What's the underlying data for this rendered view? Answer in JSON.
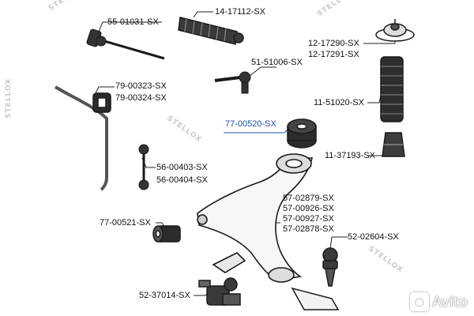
{
  "parts": {
    "p55_01031": "55-01031-SX",
    "p14_17112": "14-17112-SX",
    "p12_17290": "12-17290-SX",
    "p12_17291": "12-17291-SX",
    "p51_51006": "51-51006-SX",
    "p79_00323": "79-00323-SX",
    "p79_00324": "79-00324-SX",
    "p11_51020": "11-51020-SX",
    "p77_00520": "77-00520-SX",
    "p11_37193": "11-37193-SX",
    "p56_00403": "56-00403-SX",
    "p56_00404": "56-00404-SX",
    "p57_02879": "57-02879-SX",
    "p57_00926": "57-00926-SX",
    "p57_00927": "57-00927-SX",
    "p57_02878": "57-02878-SX",
    "p77_00521": "77-00521-SX",
    "p52_02604": "52-02604-SX",
    "p52_37014": "52-37014-SX"
  },
  "watermark": "STELLOX",
  "logo": "Avito",
  "colors": {
    "line": "#222222",
    "part": "#1a1a1a",
    "highlight": "#1f4fa8",
    "watermark": "#c9c9c9"
  }
}
